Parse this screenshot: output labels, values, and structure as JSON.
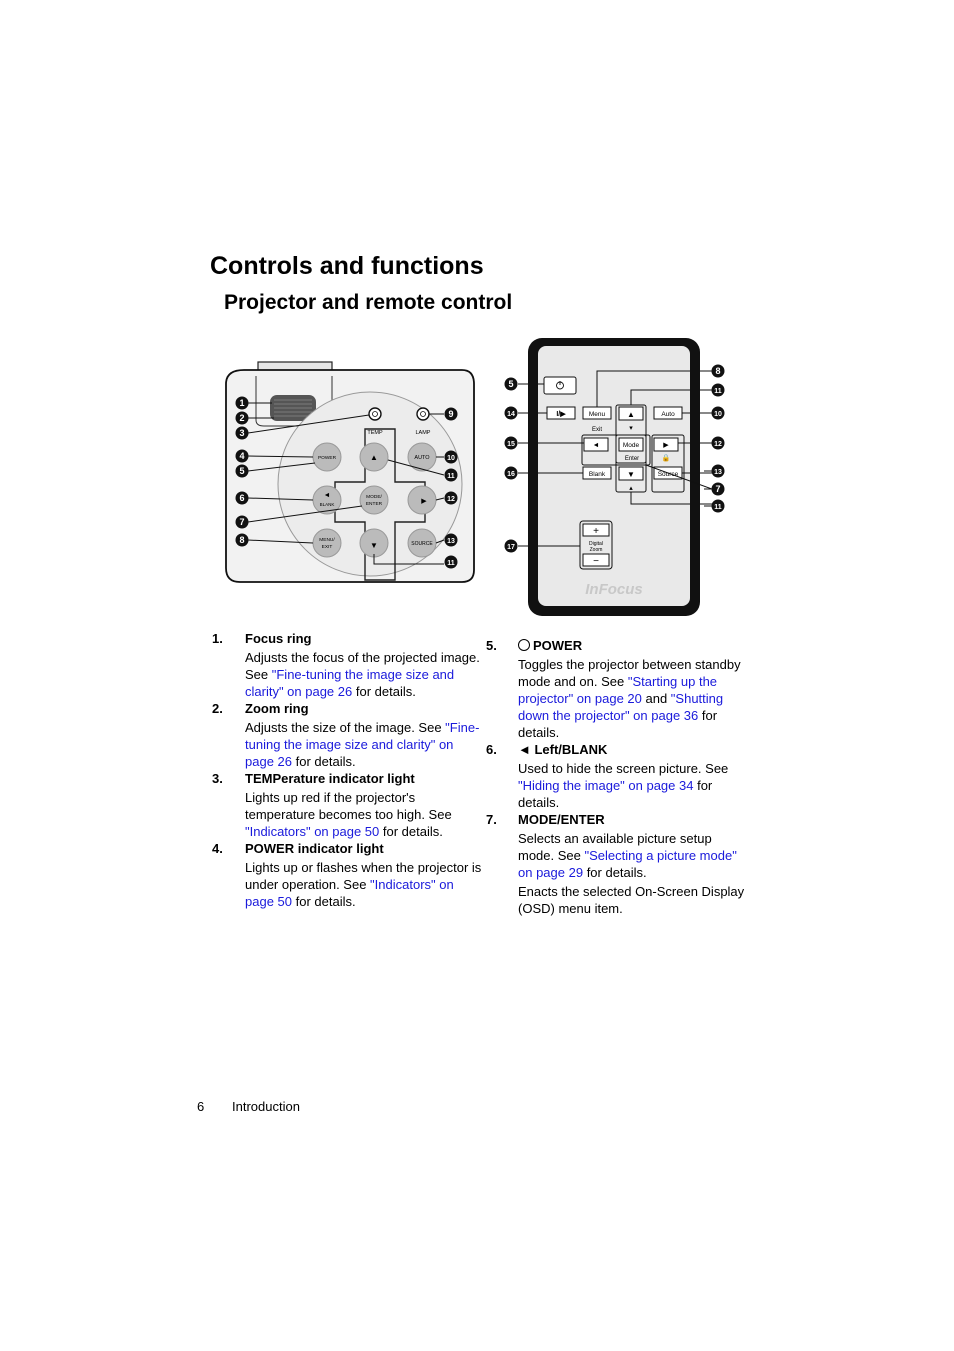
{
  "heading": "Controls and functions",
  "subheading": "Projector and remote control",
  "figure": {
    "projector_labels": {
      "temp": "TEMP",
      "lamp": "LAMP",
      "power_btn": "POWER",
      "auto_btn": "AUTO",
      "blank_btn": "BLANK",
      "mode_btn_1": "MODE/",
      "mode_btn_2": "ENTER",
      "menu_btn_1": "MENU/",
      "menu_btn_2": "EXIT",
      "source_btn": "SOURCE"
    },
    "remote_labels": {
      "menu": "Menu",
      "exit": "Exit",
      "auto": "Auto",
      "mode": "Mode",
      "enter": "Enter",
      "blank": "Blank",
      "source": "Source",
      "digital": "Digital",
      "zoom": "Zoom",
      "brand": "InFocus"
    },
    "callouts": [
      "1",
      "2",
      "3",
      "4",
      "5",
      "6",
      "7",
      "8",
      "9",
      "10",
      "11",
      "12",
      "13",
      "11",
      "5",
      "14",
      "15",
      "16",
      "17",
      "8",
      "11",
      "10",
      "12",
      "13",
      "7",
      "11"
    ]
  },
  "list_left": [
    {
      "num": "1.",
      "title": "Focus ring",
      "pre": "Adjusts the focus of the projected image. See ",
      "link": "\"Fine-tuning the image size and clarity\" on page 26",
      "post": " for details."
    },
    {
      "num": "2.",
      "title": "Zoom ring",
      "pre": "Adjusts the size of the image. See ",
      "link": "\"Fine-tuning the image size and clarity\" on page 26",
      "post": " for details."
    },
    {
      "num": "3.",
      "title": "TEMPerature indicator light",
      "pre": "Lights up red if the projector's temperature becomes too high. See ",
      "link": "\"Indicators\" on page 50",
      "post": " for details."
    },
    {
      "num": "4.",
      "title": "POWER indicator light",
      "pre": "Lights up or flashes when the projector is under operation. See ",
      "link": "\"Indicators\" on page 50",
      "post": " for details."
    }
  ],
  "list_right": {
    "item5": {
      "num": "5.",
      "title": "POWER",
      "pre": "Toggles the projector between standby mode and on. See ",
      "link1": "\"Starting up the projector\" on page 20",
      "mid": " and ",
      "link2": "\"Shutting down the projector\" on page 36",
      "post": " for details."
    },
    "item6": {
      "num": "6.",
      "title": "◄ Left/BLANK",
      "pre": "Used to hide the screen picture. See ",
      "link": "\"Hiding the image\" on page 34",
      "post": " for details."
    },
    "item7": {
      "num": "7.",
      "title": "MODE/ENTER",
      "pre": "Selects an available picture setup mode. See ",
      "link": "\"Selecting a picture mode\" on page 29",
      "post": " for details.",
      "extra": "Enacts the selected On-Screen Display (OSD) menu item."
    }
  },
  "footer": {
    "page": "6",
    "section": "Introduction"
  }
}
